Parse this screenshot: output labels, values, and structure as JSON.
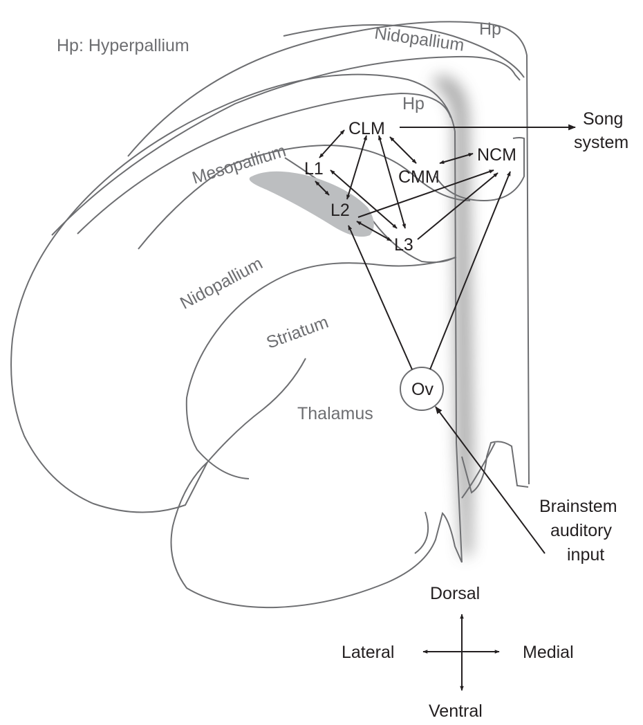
{
  "colors": {
    "outline": "#6d6e71",
    "region_text": "#6d6e71",
    "node_text": "#231f20",
    "field_l2_fill": "#bcbec0",
    "shadow": "#9a9a9a",
    "background": "#ffffff"
  },
  "legend": {
    "hp_definition": "Hp: Hyperpallium"
  },
  "regions": {
    "nidopallium_top": "Nidopallium",
    "hp_top": "Hp",
    "hp_inner": "Hp",
    "mesopallium": "Mesopallium",
    "nidopallium": "Nidopallium",
    "striatum": "Striatum",
    "thalamus": "Thalamus"
  },
  "nodes": {
    "clm": "CLM",
    "l1": "L1",
    "cmm": "CMM",
    "ncm": "NCM",
    "l2": "L2",
    "l3": "L3",
    "ov": "Ov"
  },
  "outputs": {
    "song_line1": "Song",
    "song_line2": "system"
  },
  "inputs": {
    "brainstem_line1": "Brainstem",
    "brainstem_line2": "auditory",
    "brainstem_line3": "input"
  },
  "orientation": {
    "dorsal": "Dorsal",
    "ventral": "Ventral",
    "lateral": "Lateral",
    "medial": "Medial"
  },
  "connections": [
    {
      "from": "CLM",
      "to": "L1",
      "direction": "bidirectional"
    },
    {
      "from": "CLM",
      "to": "L2",
      "direction": "bidirectional"
    },
    {
      "from": "CLM",
      "to": "L3",
      "direction": "bidirectional"
    },
    {
      "from": "CLM",
      "to": "CMM",
      "direction": "bidirectional"
    },
    {
      "from": "CMM",
      "to": "NCM",
      "direction": "bidirectional"
    },
    {
      "from": "L1",
      "to": "L2",
      "direction": "bidirectional"
    },
    {
      "from": "L1",
      "to": "L3",
      "direction": "bidirectional"
    },
    {
      "from": "L2",
      "to": "L3",
      "direction": "bidirectional"
    },
    {
      "from": "L2",
      "to": "NCM",
      "direction": "forward"
    },
    {
      "from": "L3",
      "to": "NCM",
      "direction": "forward"
    },
    {
      "from": "Ov",
      "to": "L2",
      "direction": "forward"
    },
    {
      "from": "Ov",
      "to": "NCM",
      "direction": "forward"
    },
    {
      "from": "CLM",
      "to": "Song system",
      "direction": "forward"
    },
    {
      "from": "Brainstem auditory input",
      "to": "Ov",
      "direction": "forward"
    }
  ]
}
